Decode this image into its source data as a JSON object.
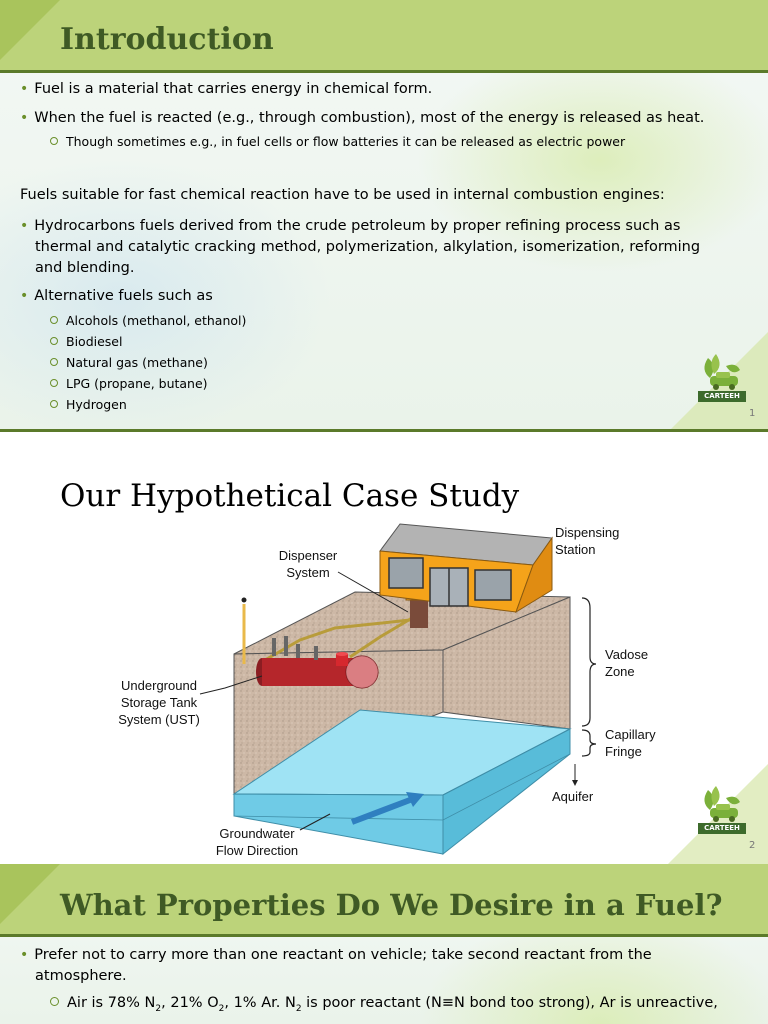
{
  "slide1": {
    "title": "Introduction",
    "bullets": [
      "Fuel is a material that carries energy in chemical form.",
      "When the fuel is reacted (e.g., through combustion), most of the energy is released as heat."
    ],
    "sub_bullet": "Though sometimes e.g., in fuel cells or flow batteries it can be released as electric power",
    "paragraph": "Fuels suitable for fast chemical reaction have to be used in internal combustion engines:",
    "bullet3_lines": [
      "Hydrocarbons fuels derived from the crude petroleum by proper refining process such as",
      "thermal and catalytic cracking method, polymerization, alkylation, isomerization, reforming",
      "and blending."
    ],
    "bullet4": "Alternative fuels such as",
    "alt_fuels": [
      "Alcohols (methanol, ethanol)",
      "Biodiesel",
      "Natural gas (methane)",
      "LPG (propane, butane)",
      "Hydrogen"
    ],
    "logo_text": "CARTEEH",
    "page_number": "1"
  },
  "slide2": {
    "title": "Our Hypothetical Case Study",
    "labels": {
      "dispensing_station": [
        "Dispensing",
        "Station"
      ],
      "dispenser_system": [
        "Dispenser",
        "System"
      ],
      "vadose_zone": [
        "Vadose",
        "Zone"
      ],
      "capillary_fringe": [
        "Capillary",
        "Fringe"
      ],
      "aquifer": "Aquifer",
      "ust": [
        "Underground",
        "Storage Tank",
        "System (UST)"
      ],
      "groundwater": [
        "Groundwater",
        "Flow Direction"
      ]
    },
    "logo_text": "CARTEEH",
    "page_number": "2"
  },
  "slide3": {
    "title": "What Properties Do We Desire in a Fuel?",
    "bullet_lines": [
      "Prefer not to carry more than one reactant on vehicle; take second reactant from the",
      "atmosphere."
    ],
    "sub_parts": [
      "Air is 78% N",
      "2",
      ", 21% O",
      "2",
      ", 1% Ar. N",
      "2",
      " is poor reactant (N≡N bond too strong), Ar is unreactive,"
    ]
  },
  "colors": {
    "title_bar": "#bcd37a",
    "title_text": "#3f5a25",
    "bullet_accent": "#6a8f2a",
    "soil": "#cdb8a6",
    "water": "#8fdcf0",
    "building": "#f5a31a",
    "tank": "#b5262b"
  }
}
